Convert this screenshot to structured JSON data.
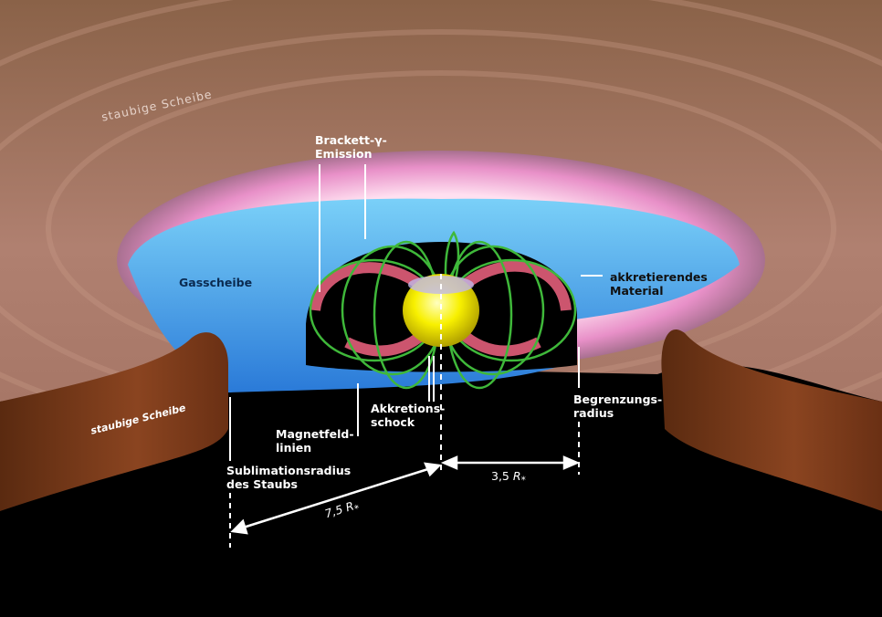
{
  "labels": {
    "dusty_disk_top": "staubige Scheibe",
    "dusty_disk_left": "staubige Scheibe",
    "brackett_line1": "Brackett-γ-",
    "brackett_line2": "Emission",
    "gas_disk": "Gasscheibe",
    "accreting_line1": "akkretierendes",
    "accreting_line2": "Material",
    "shock_line1": "Akkretions-",
    "shock_line2": "schock",
    "field_line1": "Magnetfeld-",
    "field_line2": "linien",
    "truncation_line1": "Begrenzungs-",
    "truncation_line2": "radius",
    "sublimation_line1": "Sublimationsradius",
    "sublimation_line2": "des Staubs",
    "dist_small_value": "3,5",
    "dist_small_unit": "R",
    "dist_large_value": "7,5",
    "dist_large_unit": "R",
    "star_subscript": "*"
  },
  "colors": {
    "dust": "#a8735a",
    "pink_rim": "#f0a8d0",
    "gas": "#4aa8e8",
    "star": "#f6f000",
    "field": "#3fb83a",
    "accretion": "#ff5a7a"
  }
}
